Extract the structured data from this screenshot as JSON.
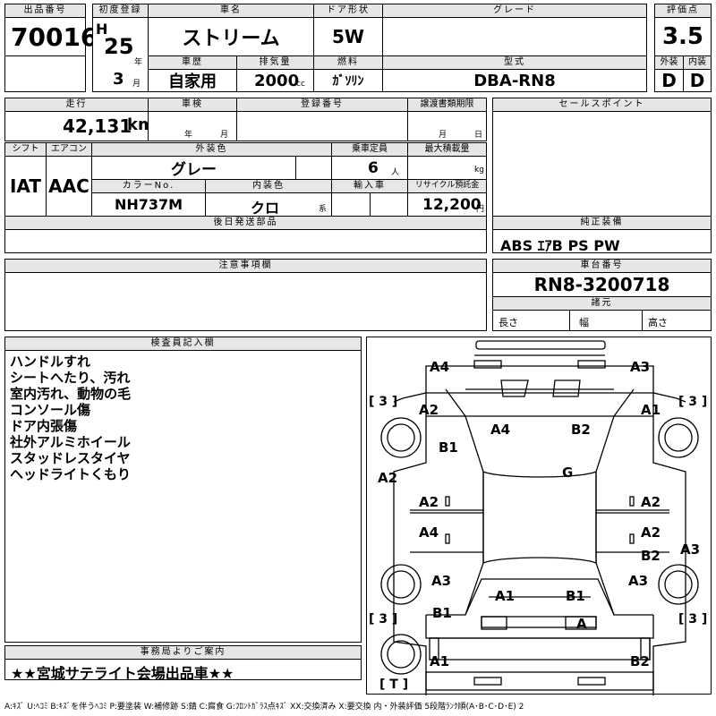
{
  "lot": {
    "label": "出品番号",
    "value": "70016"
  },
  "first_reg": {
    "label": "初度登録",
    "era": "H",
    "year": "25",
    "year_unit": "年",
    "month": "3",
    "month_unit": "月"
  },
  "car_name": {
    "label": "車名",
    "value": "ストリーム"
  },
  "door": {
    "label": "ドア形状",
    "value": "5W"
  },
  "grade": {
    "label": "グレード",
    "value": ""
  },
  "score": {
    "label": "評価点",
    "value": "3.5",
    "ext_label": "外装",
    "int_label": "内装",
    "ext_value": "D",
    "int_value": "D"
  },
  "history": {
    "label": "車歴",
    "value": "自家用"
  },
  "displacement": {
    "label": "排気量",
    "value": "2000",
    "unit": "cc"
  },
  "fuel": {
    "label": "燃料",
    "value": "ｶﾞｿﾘﾝ"
  },
  "model": {
    "label": "型式",
    "value": "DBA-RN8"
  },
  "mileage": {
    "label": "走行",
    "value": "42,131",
    "unit": "km"
  },
  "inspection": {
    "label": "車検",
    "year_unit": "年",
    "month_unit": "月"
  },
  "reg_no": {
    "label": "登録番号",
    "value": ""
  },
  "transfer": {
    "label": "譲渡書類期限",
    "month_unit": "月",
    "day_unit": "日"
  },
  "sales_point": {
    "label": "セールスポイント",
    "value": ""
  },
  "shift": {
    "label": "シフト",
    "value": "IAT"
  },
  "aircon": {
    "label": "エアコン",
    "value": "AAC"
  },
  "ext_color": {
    "label": "外装色",
    "value": "グレー"
  },
  "capacity": {
    "label": "乗車定員",
    "value": "6",
    "unit": "人"
  },
  "max_load": {
    "label": "最大積載量",
    "value": "",
    "unit": "kg"
  },
  "color_no": {
    "label": "カラーNo.",
    "value": "NH737M"
  },
  "int_color": {
    "label": "内装色",
    "value": "クロ",
    "unit": "系"
  },
  "import": {
    "label": "輸入車",
    "value": ""
  },
  "recycle": {
    "label": "リサイクル預託金",
    "value": "12,200",
    "unit": "円"
  },
  "later_parts": {
    "label": "後日発送部品",
    "value": ""
  },
  "genuine_equip": {
    "label": "純正装備",
    "value": "ABS ｴｱB PS PW"
  },
  "notes": {
    "label": "注意事項欄",
    "value": ""
  },
  "chassis": {
    "label": "車台番号",
    "value": "RN8-3200718"
  },
  "dims": {
    "label": "諸元",
    "length": "長さ",
    "width": "幅",
    "height": "高さ"
  },
  "inspector": {
    "label": "検査員記入欄",
    "lines": [
      "ハンドルすれ",
      "シートへたり、汚れ",
      "室内汚れ、動物の毛",
      "コンソール傷",
      "ドア内張傷",
      "社外アルミホイール",
      "スタッドレスタイヤ",
      "ヘッドライトくもり"
    ]
  },
  "office": {
    "label": "事務局よりご案内",
    "value": "★★宮城サテライト会場出品車★★"
  },
  "legend": "A:ｷｽﾞ U:ﾍｺﾐ B:ｷｽﾞを伴うﾍｺﾐ P:要塗装 W:補修跡 S:錆 C:腐食 G:ﾌﾛﾝﾄｶﾞﾗｽ点ｷｽﾞ XX:交換済み X:要交換 内・外装評価 5段階ﾗﾝｸ順(A･B･C･D･E) 2",
  "diagram": {
    "brackets": {
      "fl": "[ 3 ]",
      "fr": "[ 3 ]",
      "rl": "[ 3 ]",
      "rr": "[ 3 ]",
      "spare": "[ T ]"
    },
    "marks": {
      "front_left_corner": "A4",
      "front_right_corner": "A3",
      "left_front_fender": "A2",
      "right_front_fender": "A1",
      "left_pillar": "B1",
      "roof_left": "A4",
      "roof_right": "B2",
      "roof_center": "G",
      "left_side": "A2",
      "left_front_door": "A2",
      "right_front_door": "A2",
      "left_rear_door": "A4",
      "right_rear_door": "A2",
      "right_rear_door_b": "B2",
      "right_side": "A3",
      "left_rear_fender": "A3",
      "right_rear_fender": "A3",
      "rear_left": "A1",
      "rear_right": "B1",
      "left_rear_lower": "B1",
      "tail": "A",
      "bumper_left": "A1",
      "bumper_right": "B2"
    }
  }
}
